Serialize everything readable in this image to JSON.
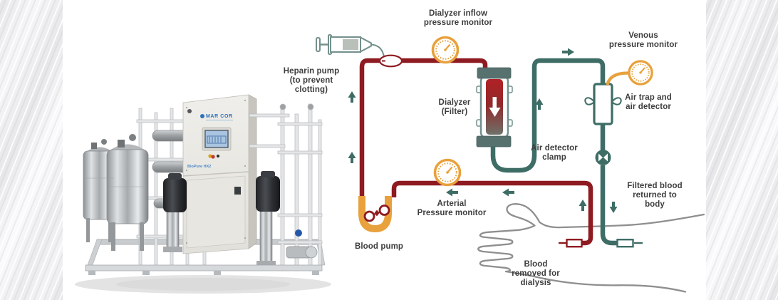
{
  "machine": {
    "brand": "MAR COR",
    "model": "BioPure HX2"
  },
  "labels": {
    "heparin_pump": "Heparin pump\n(to prevent\nclotting)",
    "dialyzer_inflow_monitor": "Dialyzer inflow\npressure monitor",
    "venous_monitor": "Venous\npressure monitor",
    "dialyzer_filter": "Dialyzer\n(Filter)",
    "air_trap": "Air trap and\nair detector",
    "air_detector_clamp": "Air detector\nclamp",
    "filtered_blood": "Filtered blood\nreturned to\nbody",
    "arterial_monitor": "Arterial\nPressure monitor",
    "blood_pump": "Blood pump",
    "blood_removed": "Blood\nremoved for\ndialysis"
  },
  "colors": {
    "arterial_line": "#8E1B21",
    "venous_line": "#3E6D66",
    "monitor_orange": "#E8A13C",
    "label_text": "#3D3D3D",
    "limb_outline": "#8F8F8F"
  }
}
